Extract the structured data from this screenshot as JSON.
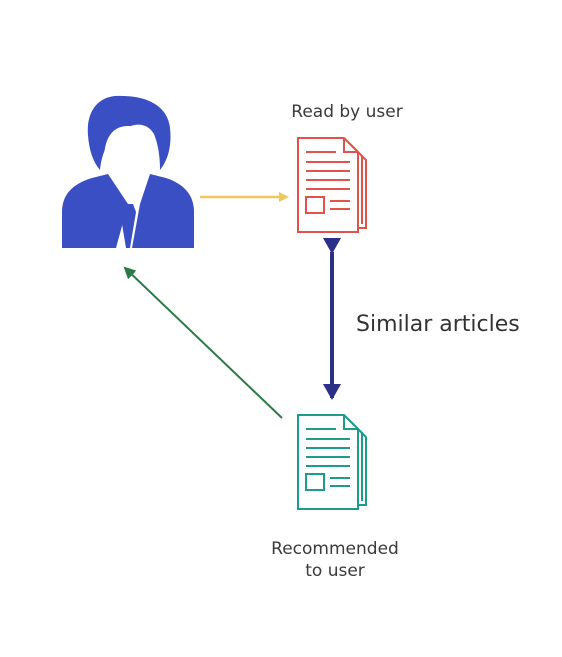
{
  "labels": {
    "read_by_user": "Read by user",
    "similar_articles": "Similar articles",
    "recommended_line1": "Recommended",
    "recommended_line2": "to user"
  },
  "icons": {
    "user": "user-avatar-icon",
    "read_document": "document-icon",
    "recommended_document": "document-icon"
  },
  "colors": {
    "user": "#3a4fc4",
    "read_document": "#e2524a",
    "recommended_document": "#1d9c8c",
    "arrow_read": "#f0c75e",
    "arrow_similar": "#2c2f88",
    "arrow_recommend": "#2c7a45"
  }
}
